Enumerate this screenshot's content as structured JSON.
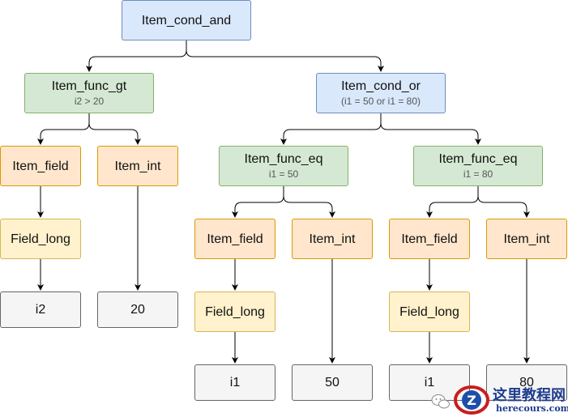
{
  "nodes": {
    "root": {
      "title": "Item_cond_and"
    },
    "gt": {
      "title": "Item_func_gt",
      "sub": "i2 > 20"
    },
    "or": {
      "title": "Item_cond_or",
      "sub": "(i1 = 50 or i1 = 80)"
    },
    "field_gt": {
      "title": "Item_field"
    },
    "int_gt": {
      "title": "Item_int"
    },
    "long_gt": {
      "title": "Field_long"
    },
    "val_i2": {
      "title": "i2"
    },
    "val_20": {
      "title": "20"
    },
    "eq1": {
      "title": "Item_func_eq",
      "sub": "i1 = 50"
    },
    "eq2": {
      "title": "Item_func_eq",
      "sub": "i1 = 80"
    },
    "field_eq1": {
      "title": "Item_field"
    },
    "int_eq1": {
      "title": "Item_int"
    },
    "long_eq1": {
      "title": "Field_long"
    },
    "val_i1a": {
      "title": "i1"
    },
    "val_50": {
      "title": "50"
    },
    "field_eq2": {
      "title": "Item_field"
    },
    "int_eq2": {
      "title": "Item_int"
    },
    "long_eq2": {
      "title": "Field_long"
    },
    "val_i1b": {
      "title": "i1"
    },
    "val_80": {
      "title": "80"
    }
  },
  "watermark": {
    "title": "这里教程网",
    "url": "herecours.com"
  },
  "colors": {
    "blue": "#dae8fc",
    "green": "#d5e8d4",
    "orange": "#ffe6cc",
    "yellow": "#fff2cc",
    "gray": "#f5f5f5"
  }
}
